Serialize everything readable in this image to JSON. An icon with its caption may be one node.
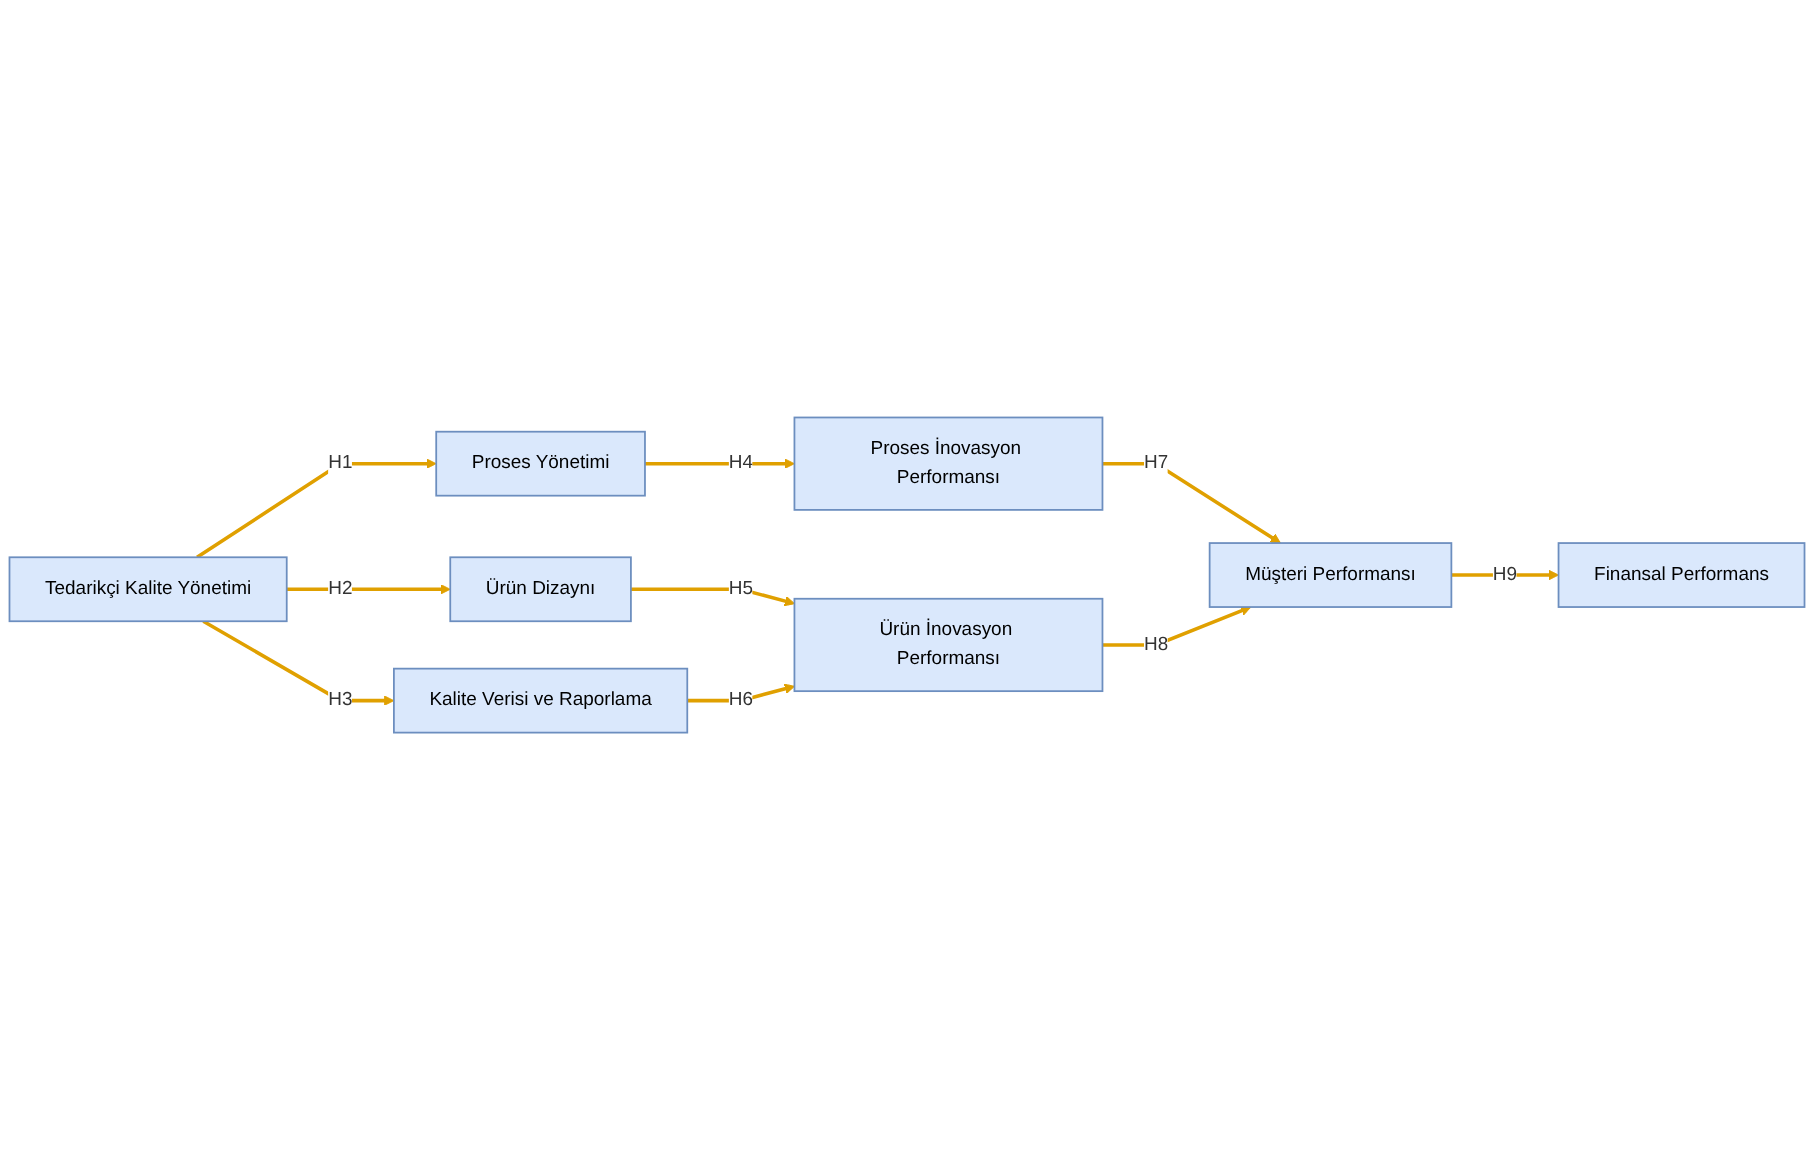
{
  "diagram": {
    "nodes": [
      {
        "text": [
          "Tedarikçi Kalite Yönetimi"
        ]
      },
      {
        "text": [
          "Kalite Verisi ve Raporlama"
        ]
      },
      {
        "text": [
          "Proses İnovasyon Performansı"
        ]
      },
      {
        "text": [
          "Finansal Performans"
        ]
      },
      {
        "text": [
          "Proses Yönetimi"
        ]
      },
      {
        "text": [
          "Ürün Dizaynı"
        ]
      },
      {
        "text": [
          "Ürün İnovasyon Performansı"
        ]
      },
      {
        "text": [
          "Müşteri Performansı"
        ]
      }
    ],
    "edges": [
      {
        "from": 0,
        "to": 4,
        "arrow": "to",
        "label": "H1"
      },
      {
        "from": 0,
        "to": 5,
        "arrow": "to",
        "label": "H2"
      },
      {
        "from": 0,
        "to": 1,
        "arrow": "to",
        "label": "H3"
      },
      {
        "from": 4,
        "to": 2,
        "arrow": "to",
        "label": "H4"
      },
      {
        "from": 5,
        "to": 6,
        "arrow": "to",
        "label": "H5"
      },
      {
        "from": 1,
        "to": 6,
        "arrow": "to",
        "label": "H6"
      },
      {
        "from": 2,
        "to": 7,
        "arrow": "to",
        "label": "H7"
      },
      {
        "from": 6,
        "to": 7,
        "arrow": "to",
        "label": "H8"
      },
      {
        "from": 7,
        "to": 3,
        "arrow": "to",
        "label": "H9"
      }
    ]
  }
}
